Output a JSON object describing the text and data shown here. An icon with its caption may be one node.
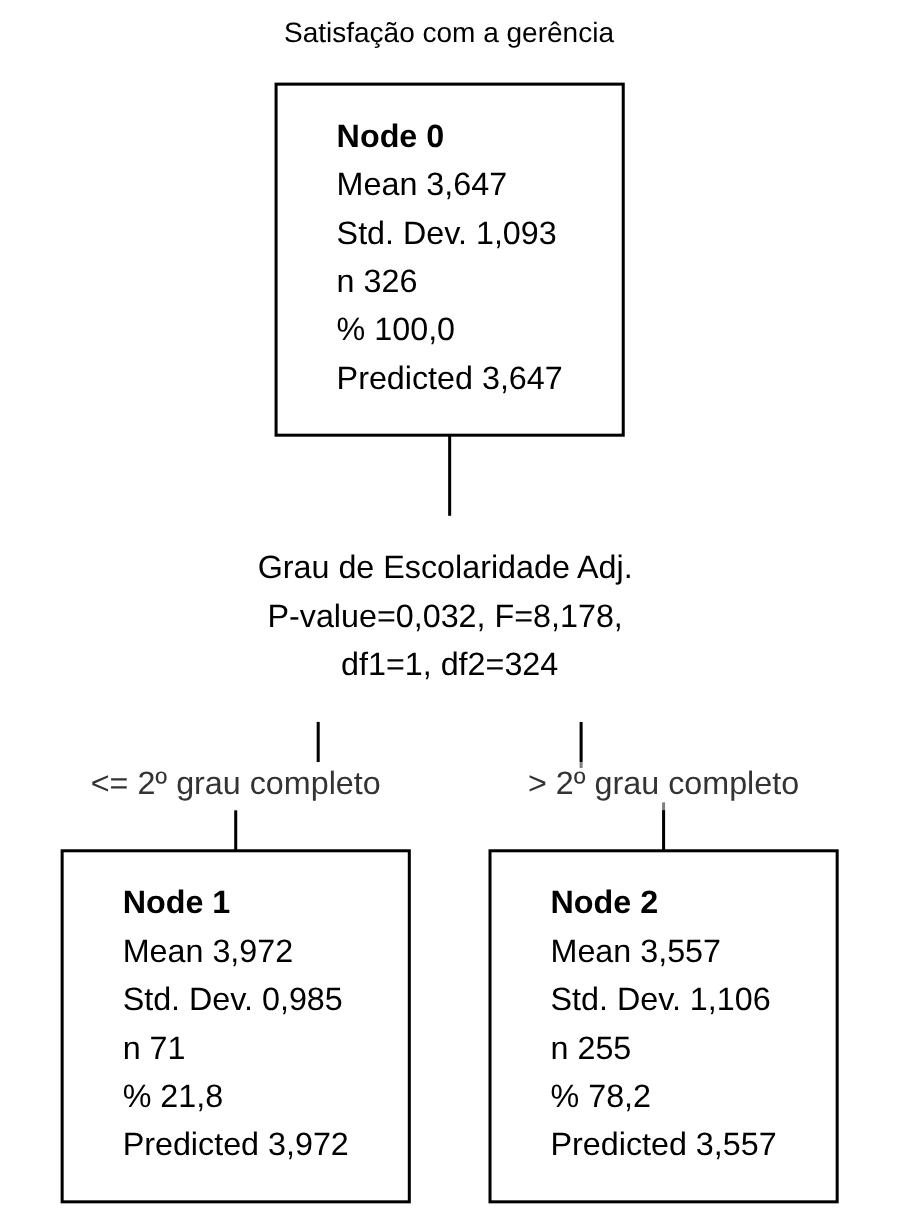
{
  "diagram": {
    "title": "Satisfação com a gerência",
    "nodes": [
      {
        "text": [
          "Node 0",
          "Mean",
          "3,647",
          "Std. Dev.",
          "1,093",
          "n",
          "326",
          "%",
          "100,0",
          "Predicted",
          "3,647"
        ]
      },
      {
        "text": [
          "Grau de Escolaridade Adj. P-value=0,032, F=8,178, df1=1, df2=324"
        ]
      },
      {
        "text": [
          "Node 1",
          "Mean",
          "3,972",
          "Std. Dev.",
          "0,985",
          "n",
          "71",
          "%",
          "21,8",
          "Predicted",
          "3,972"
        ]
      },
      {
        "text": [
          "Node 2",
          "Mean",
          "3,557",
          "Std. Dev.",
          "1,106",
          "n",
          "255",
          "%",
          "78,2",
          "Predicted",
          "3,557"
        ]
      }
    ],
    "edges": [
      {
        "from": 0,
        "to": 1,
        "arrow": "none"
      },
      {
        "from": 1,
        "to": 2,
        "arrow": "none",
        "label": "<= 2º grau completo"
      },
      {
        "from": 1,
        "to": 3,
        "arrow": "none",
        "label": "> 2º grau completo"
      }
    ]
  }
}
